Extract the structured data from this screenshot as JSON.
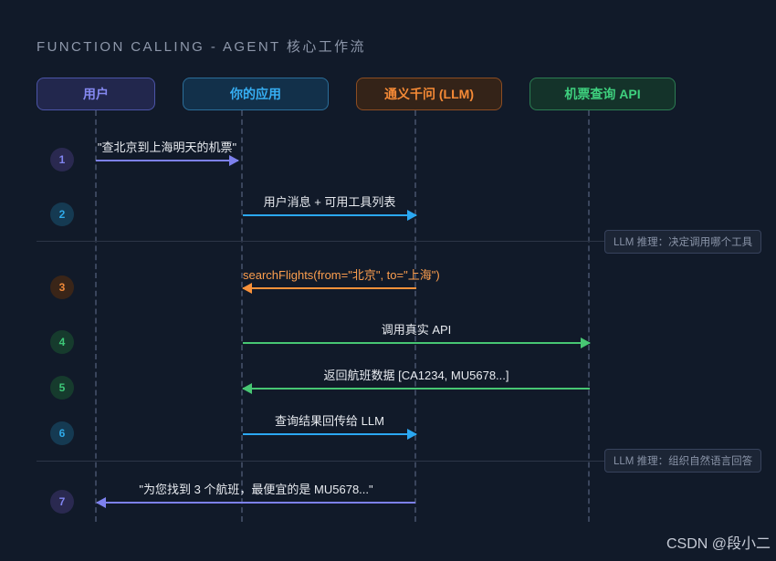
{
  "title": "FUNCTION CALLING - AGENT 核心工作流",
  "colors": {
    "background": "#111a29",
    "user_accent": "#8488f0",
    "app_accent": "#36aef2",
    "llm_accent": "#f68a36",
    "api_accent": "#3ed07e",
    "arrow_purple": "#7d81ee",
    "arrow_blue": "#2ba8f2",
    "arrow_orange": "#f8913a",
    "arrow_green": "#47c673"
  },
  "actors": [
    {
      "label": "用户"
    },
    {
      "label": "你的应用"
    },
    {
      "label": "通义千问 (LLM)"
    },
    {
      "label": "机票查询 API"
    }
  ],
  "steps": [
    {
      "number": "1",
      "from": "用户",
      "to": "你的应用",
      "label": "\"查北京到上海明天的机票\""
    },
    {
      "number": "2",
      "from": "你的应用",
      "to": "通义千问 (LLM)",
      "label": "用户消息 + 可用工具列表"
    },
    {
      "number": "3",
      "from": "通义千问 (LLM)",
      "to": "你的应用",
      "label": "searchFlights(from=\"北京\", to=\"上海\")"
    },
    {
      "number": "4",
      "from": "你的应用",
      "to": "机票查询 API",
      "label": "调用真实 API"
    },
    {
      "number": "5",
      "from": "机票查询 API",
      "to": "你的应用",
      "label": "返回航班数据 [CA1234, MU5678...]"
    },
    {
      "number": "6",
      "from": "你的应用",
      "to": "通义千问 (LLM)",
      "label": "查询结果回传给 LLM"
    },
    {
      "number": "7",
      "from": "通义千问 (LLM)",
      "to": "用户",
      "label": "\"为您找到 3 个航班，最便宜的是 MU5678...\""
    }
  ],
  "notes": [
    {
      "label": "LLM 推理：决定调用哪个工具"
    },
    {
      "label": "LLM 推理：组织自然语言回答"
    }
  ],
  "watermark": "CSDN @段小二"
}
